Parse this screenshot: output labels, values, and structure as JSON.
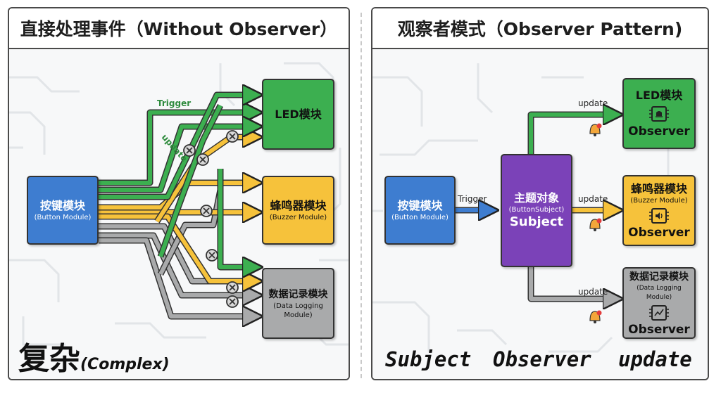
{
  "left": {
    "title": "直接处理事件（Without Observer）",
    "button_module": {
      "name": "按键模块",
      "sub": "(Button Module)"
    },
    "led": {
      "name": "LED模块"
    },
    "buzzer": {
      "name": "蜂鸣器模块",
      "sub": "(Buzzer Module)"
    },
    "logging": {
      "name": "数据记录模块",
      "sub": "(Data Logging Module)"
    },
    "edge_labels": {
      "trigger": "Trigger",
      "update": "update"
    },
    "complex_zh": "复杂",
    "complex_en": "(Complex)"
  },
  "right": {
    "title": "观察者模式（Observer Pattern)",
    "button_module": {
      "name": "按键模块",
      "sub": "(Button Module)"
    },
    "subject": {
      "name": "主题对象",
      "sub": "(ButtonSubject)",
      "role": "Subject"
    },
    "led": {
      "name": "LED模块",
      "role": "Observer"
    },
    "buzzer": {
      "name": "蜂鸣器模块",
      "sub": "(Buzzer Module)",
      "role": "Observer"
    },
    "logging": {
      "name": "数据记录模块",
      "sub": "(Data Logging Module)",
      "role": "Observer"
    },
    "edge_labels": {
      "trigger": "Trigger",
      "update_1": "update",
      "update_2": "update",
      "update_3": "update"
    }
  },
  "footer_words": [
    "Subject",
    "Observer",
    "update"
  ],
  "icons": {
    "conflict": "x-circle-icon",
    "bell": "bell-icon",
    "led_chip": "led-chip-icon",
    "buzzer_chip": "speaker-chip-icon",
    "logging_chip": "chart-chip-icon"
  },
  "colors": {
    "button_blue": "#3e7dd0",
    "led_green": "#3caf50",
    "buzzer_yellow": "#f6c23b",
    "logging_gray": "#a9aaab",
    "subject_purple": "#7b42b8",
    "arrow_blue": "#3e7dd0",
    "arrow_green": "#3caf50",
    "arrow_yellow": "#f6c23b",
    "arrow_gray": "#a9aaab"
  }
}
